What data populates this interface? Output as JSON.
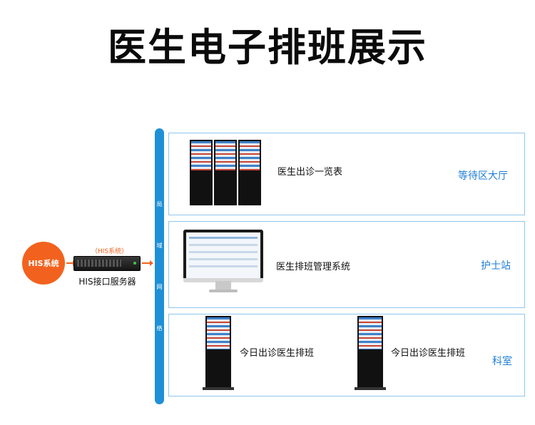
{
  "title": "医生电子排班展示",
  "his": {
    "circle_label": "HIS系统",
    "server_tag": "（HIS系统）",
    "server_label": "HIS接口服务器"
  },
  "network": {
    "chars": [
      "局",
      "域",
      "网",
      "络"
    ]
  },
  "panels": [
    {
      "zone": "等待区大厅",
      "desc": "医生出诊一览表"
    },
    {
      "zone": "护士站",
      "desc": "医生排班管理系统"
    },
    {
      "zone": "科室",
      "desc_left": "今日出诊医生排班",
      "desc_right": "今日出诊医生排班"
    }
  ],
  "colors": {
    "accent_orange": "#f2621e",
    "accent_blue": "#1e90d8",
    "zone_text": "#1e7fd6"
  }
}
